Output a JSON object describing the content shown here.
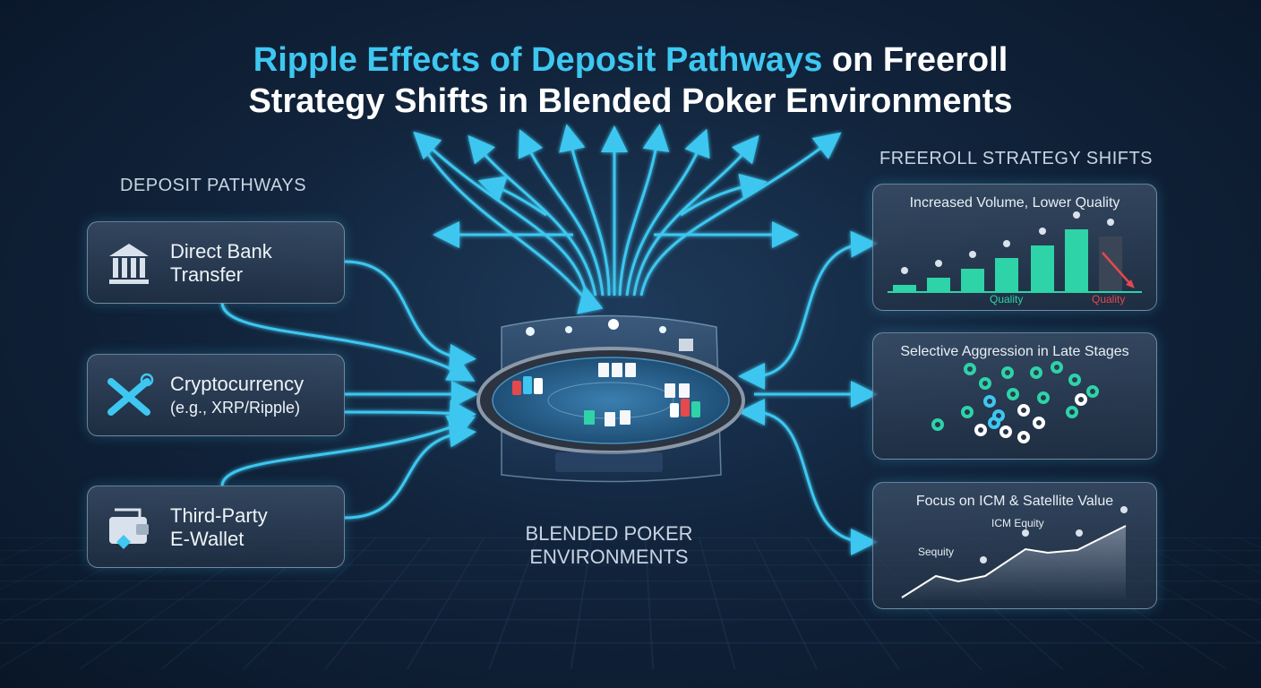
{
  "title": {
    "line1_highlight": "Ripple Effects of Deposit Pathways",
    "line1_rest": " on Freeroll",
    "line2": "Strategy Shifts in Blended Poker Environments"
  },
  "deposit": {
    "heading": "DEPOSIT PATHWAYS",
    "items": [
      {
        "line1": "Direct Bank",
        "line2": "Transfer",
        "icon": "bank-icon"
      },
      {
        "line1": "Cryptocurrency",
        "line2": "(e.g., XRP/Ripple)",
        "icon": "xrp-icon"
      },
      {
        "line1": "Third-Party",
        "line2": "E-Wallet",
        "icon": "wallet-icon"
      }
    ]
  },
  "center": {
    "line1": "BLENDED POKER",
    "line2": "ENVIRONMENTS"
  },
  "strategy": {
    "heading": "FREEROLL STRATEGY SHIFTS",
    "cards": [
      {
        "title": "Increased Volume, Lower Quality",
        "quality_left": "Quality",
        "quality_right": "Quality"
      },
      {
        "title": "Selective Aggression in Late Stages"
      },
      {
        "title": "Focus on ICM & Satellite Value",
        "label_a": "Sequity",
        "label_b": "ICM Equity"
      }
    ]
  },
  "colors": {
    "accent": "#3ec7f0",
    "teal": "#2ed3a8",
    "alert": "#e5484d"
  }
}
